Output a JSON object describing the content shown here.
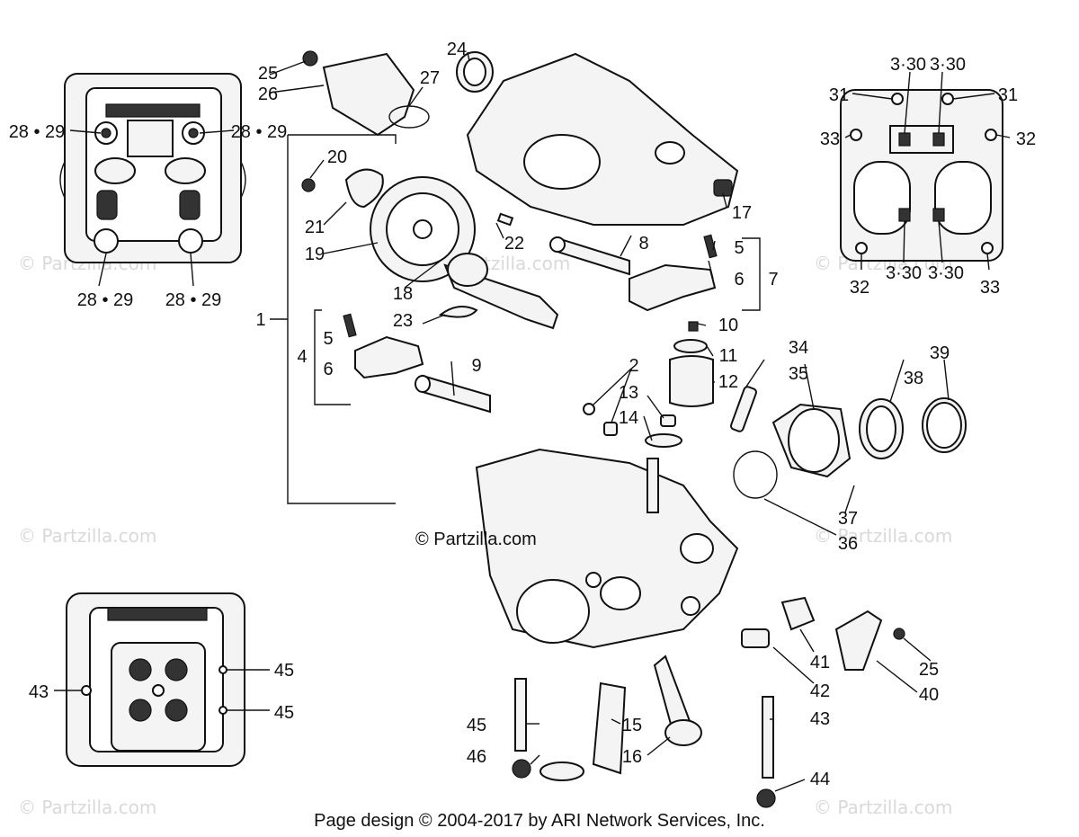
{
  "watermark": "© Partzilla.com",
  "center_watermark": "© Partzilla.com",
  "footer": "Page design © 2004-2017 by ARI Network Services, Inc.",
  "callouts": {
    "c1": "1",
    "c2": "2",
    "c4": "4",
    "c5a": "5",
    "c5b": "5",
    "c6a": "6",
    "c6b": "6",
    "c7": "7",
    "c8": "8",
    "c9": "9",
    "c10": "10",
    "c11": "11",
    "c12": "12",
    "c13": "13",
    "c14": "14",
    "c15": "15",
    "c16": "16",
    "c17": "17",
    "c18": "18",
    "c19": "19",
    "c20": "20",
    "c21": "21",
    "c22": "22",
    "c23": "23",
    "c24": "24",
    "c25a": "25",
    "c25b": "25",
    "c26": "26",
    "c27": "27",
    "c2829_tl": "28 • 29",
    "c2829_tr": "28 • 29",
    "c2829_bl": "28 • 29",
    "c2829_br": "28 • 29",
    "c330_tl": "3·30",
    "c330_tr": "3·30",
    "c330_bl": "3·30",
    "c330_br": "3·30",
    "c31_l": "31",
    "c31_r": "31",
    "c32_r": "32",
    "c32_b": "32",
    "c33_l": "33",
    "c33_b": "33",
    "c34": "34",
    "c35": "35",
    "c36": "36",
    "c37": "37",
    "c38": "38",
    "c39": "39",
    "c40": "40",
    "c41": "41",
    "c42": "42",
    "c43a": "43",
    "c43b": "43",
    "c44": "44",
    "c45a": "45",
    "c45b": "45",
    "c45c": "45",
    "c46": "46"
  }
}
